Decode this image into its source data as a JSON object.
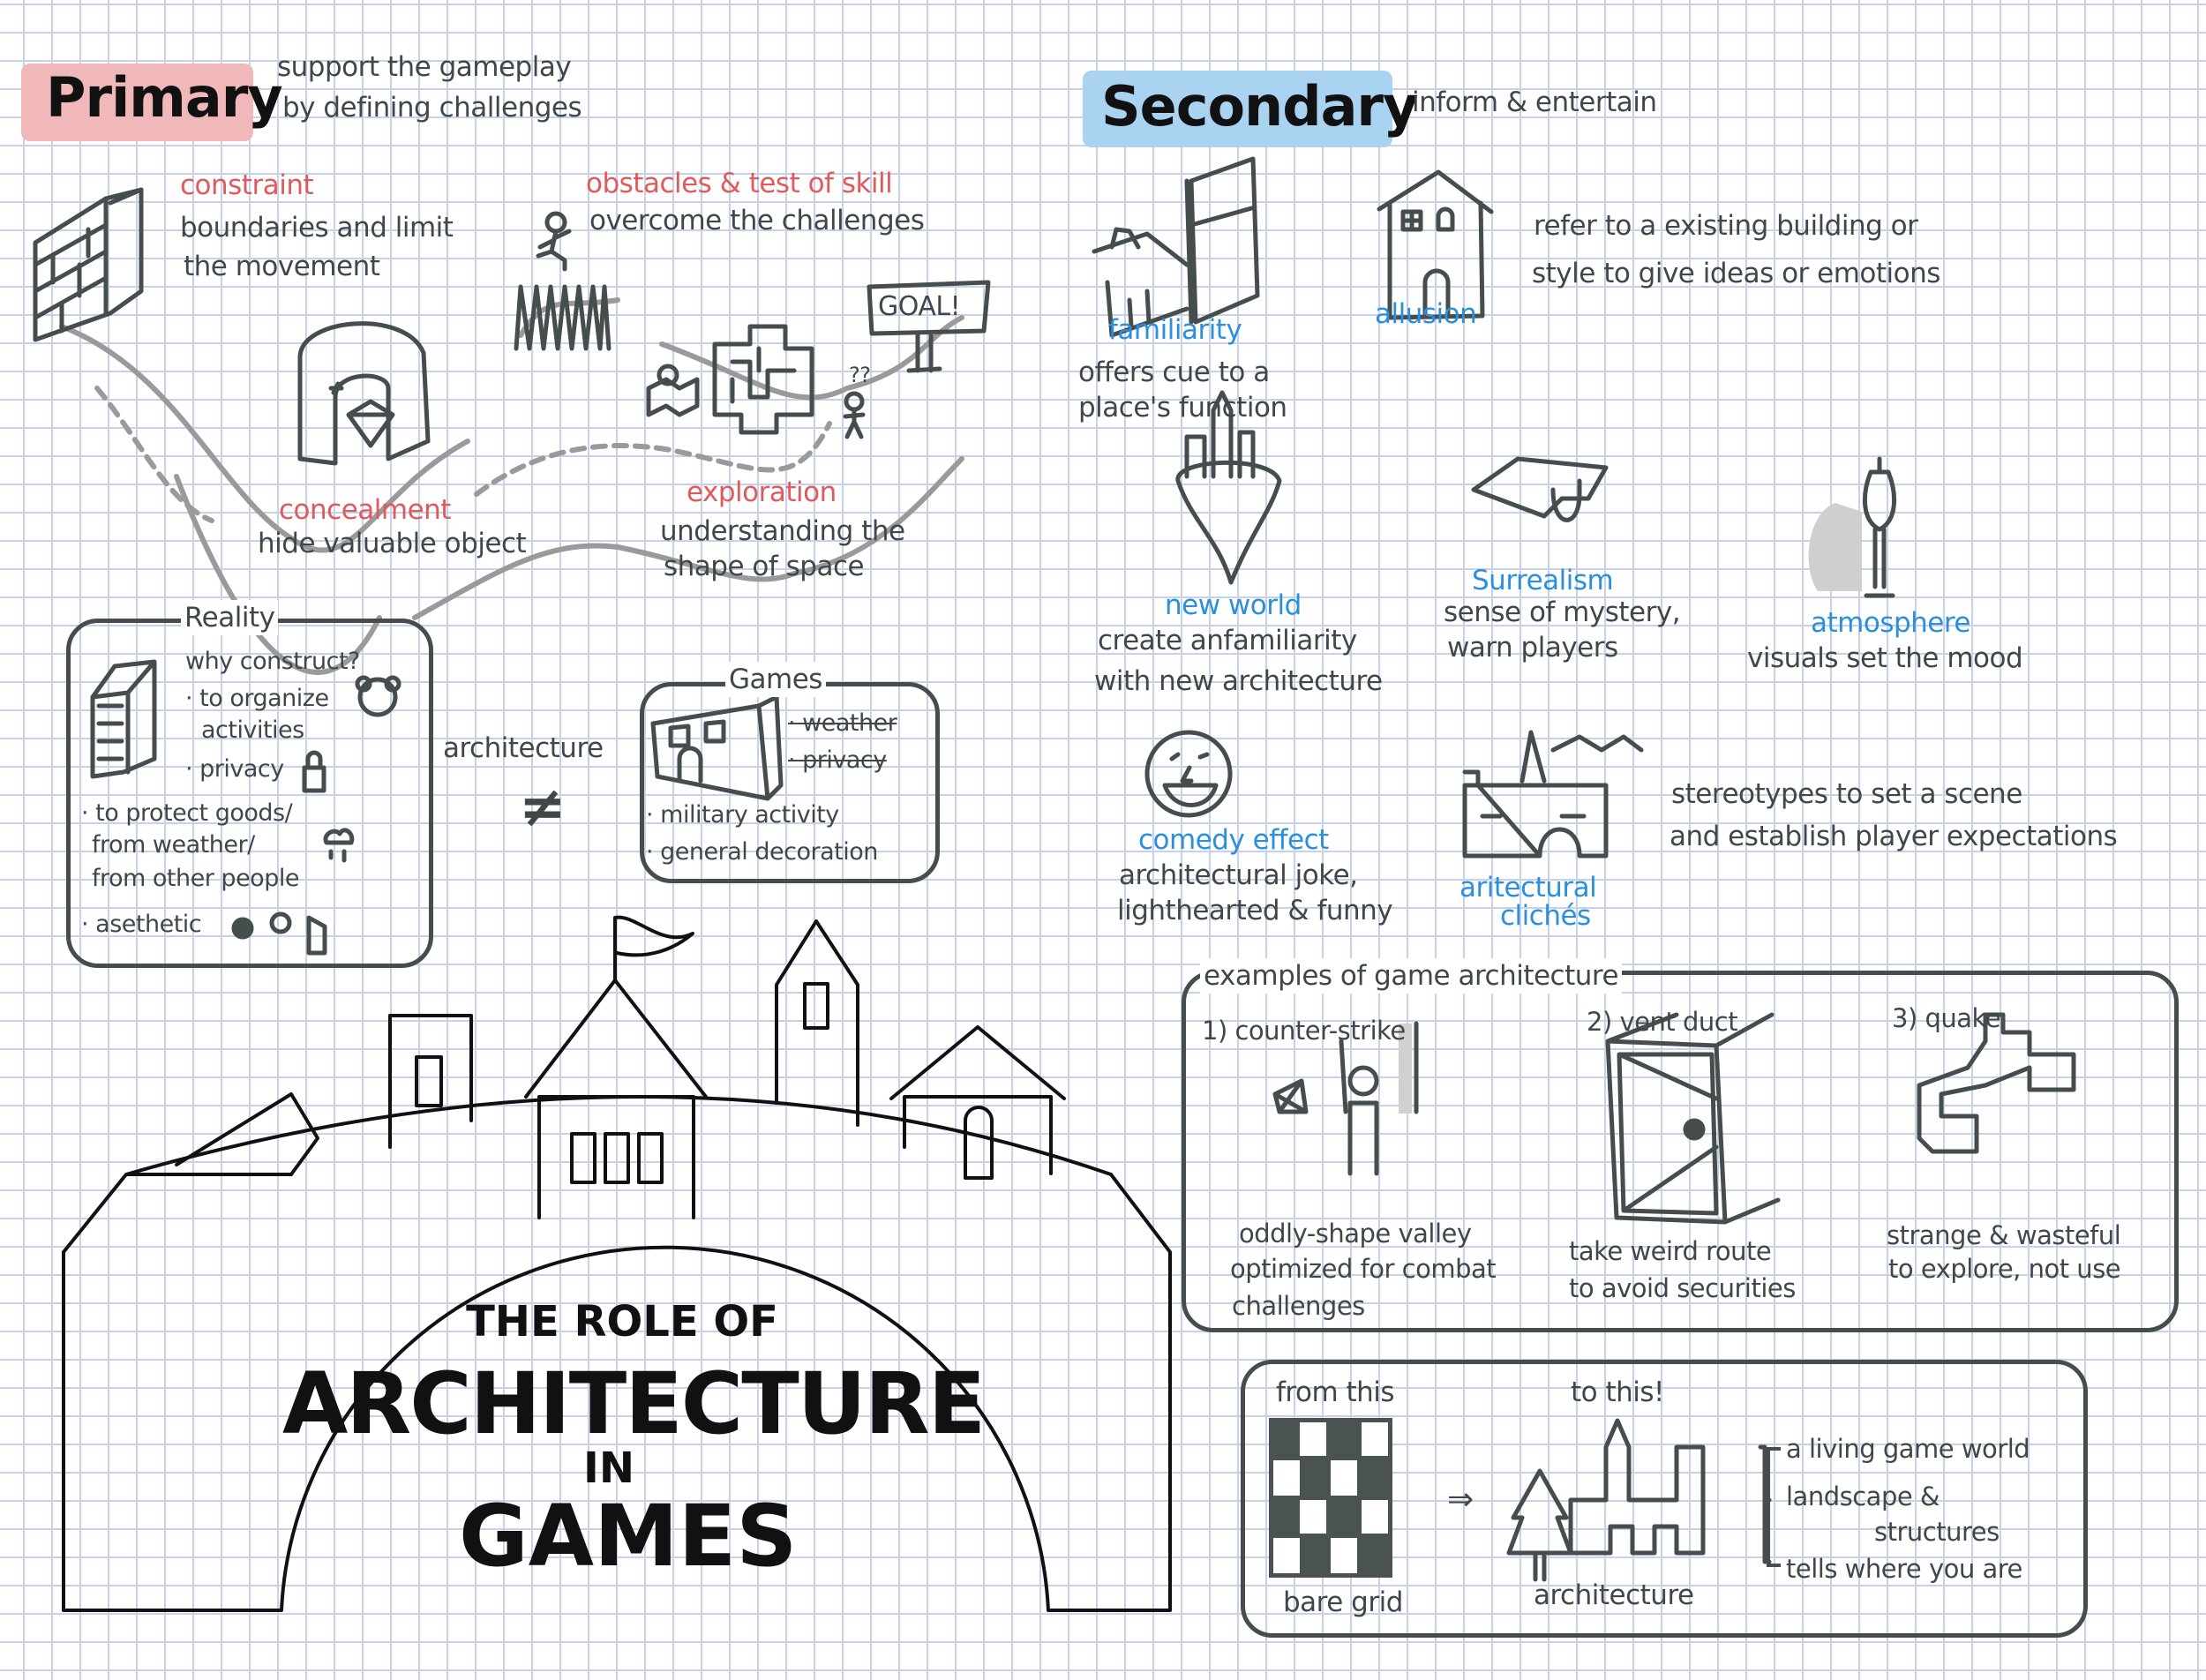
{
  "colors": {
    "primary_highlight": "#f0b8b8",
    "secondary_highlight": "#a9d3f0",
    "red_label": "#e05a5d",
    "blue_label": "#2a8fdc",
    "ink": "#3f4747"
  },
  "primary": {
    "heading": "Primary",
    "subtitle": [
      "support the gameplay",
      "by defining challenges"
    ],
    "items": [
      {
        "label": "constraint",
        "desc": [
          "boundaries and limit",
          "the movement"
        ],
        "icon": "brick-wall-icon"
      },
      {
        "label": "obstacles & test of skill",
        "desc": [
          "overcome the challenges"
        ],
        "icon": "spikes-icon"
      },
      {
        "label": "concealment",
        "desc": [
          "hide valuable object"
        ],
        "icon": "gem-vault-icon"
      },
      {
        "label": "exploration",
        "desc": [
          "understanding the",
          "shape of space"
        ],
        "icon": "maze-icon"
      }
    ],
    "goal_sign": "GOAL!",
    "confused_mark": "??"
  },
  "secondary": {
    "heading": "Secondary",
    "subtitle": "inform & entertain",
    "items": [
      {
        "label": "familiarity",
        "desc": [
          "offers cue to a",
          "place's function"
        ],
        "icon": "kitchen-icon"
      },
      {
        "label": "allusion",
        "desc": [
          "refer to a existing building or",
          "style to give ideas or emotions"
        ],
        "icon": "house-icon"
      },
      {
        "label": "new world",
        "desc": [
          "create anfamiliarity",
          "with new architecture"
        ],
        "icon": "floating-island-icon"
      },
      {
        "label": "Surrealism",
        "desc": [
          "sense of mystery,",
          "warn players"
        ],
        "icon": "surreal-shape-icon"
      },
      {
        "label": "atmosphere",
        "desc": [
          "visuals set the mood"
        ],
        "icon": "street-lamp-icon"
      },
      {
        "label": "comedy effect",
        "desc": [
          "architectural joke,",
          "lighthearted & funny"
        ],
        "icon": "smiley-icon"
      },
      {
        "label": [
          "aritectural",
          "clichés"
        ],
        "desc": [
          "stereotypes to set a scene",
          "and establish player expectations"
        ],
        "icon": "haunted-castle-icon"
      }
    ]
  },
  "reality": {
    "title": "Reality",
    "question": "why construct?",
    "points": [
      "· to organize",
      "activities",
      "· privacy",
      "· to protect goods/",
      "from weather/",
      "from other people",
      "· asethetic"
    ]
  },
  "compare": {
    "word": "architecture",
    "symbol": "≠"
  },
  "games": {
    "title": "Games",
    "struck": [
      "· weather",
      "· privacy"
    ],
    "points": [
      "· military activity",
      "· general decoration"
    ]
  },
  "main_title": {
    "line1": "THE ROLE OF",
    "line2": "ARCHITECTURE",
    "line3": "IN",
    "line4": "GAMES"
  },
  "examples": {
    "title": "examples of game architecture",
    "items": [
      {
        "heading": "1) counter-strike",
        "caption": [
          "oddly-shape valley",
          "optimized for combat",
          "challenges"
        ]
      },
      {
        "heading": "2) vent duct",
        "caption": [
          "take weird route",
          "to avoid securities"
        ]
      },
      {
        "heading": "3) quake",
        "caption": [
          "strange & wasteful",
          "to explore, not use"
        ]
      }
    ]
  },
  "transform": {
    "from_label": "from this",
    "to_label": "to this!",
    "from_caption": "bare grid",
    "to_caption": "architecture",
    "arrow": "⇒",
    "benefits": [
      "a living game world",
      "landscape &",
      "structures",
      "tells where you are"
    ]
  }
}
